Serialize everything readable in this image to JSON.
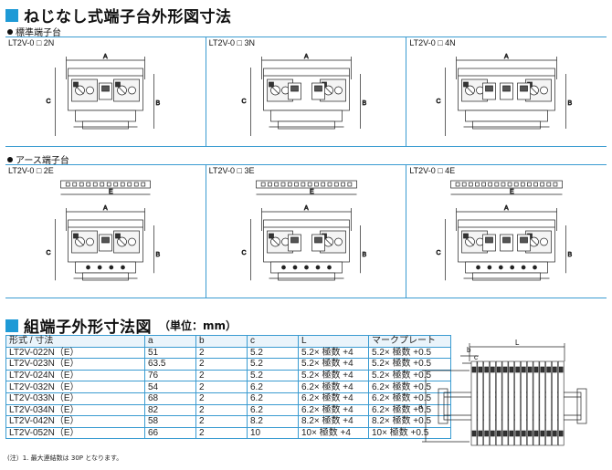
{
  "title1": "ねじなし式端子台外形図寸法",
  "sub1": "標準端子台",
  "sub2": "アース端子台",
  "title2": "組端子外形寸法図",
  "title2_unit": "（単位：mm）",
  "panels_std": [
    "LT2V-0 □ 2N",
    "LT2V-0 □ 3N",
    "LT2V-0 □ 4N"
  ],
  "panels_earth": [
    "LT2V-0 □ 2E",
    "LT2V-0 □ 3E",
    "LT2V-0 □ 4E"
  ],
  "dim_labels": {
    "a": "A",
    "b": "B",
    "c": "C",
    "e": "E"
  },
  "table": {
    "headers": [
      "形式 / 寸法",
      "a",
      "b",
      "c",
      "L",
      "マークプレート"
    ],
    "rows": [
      [
        "LT2V-022N（E）",
        "51",
        "2",
        "5.2",
        "5.2× 極数 +4",
        "5.2× 極数 +0.5"
      ],
      [
        "LT2V-023N（E）",
        "63.5",
        "2",
        "5.2",
        "5.2× 極数 +4",
        "5.2× 極数 +0.5"
      ],
      [
        "LT2V-024N（E）",
        "76",
        "2",
        "5.2",
        "5.2× 極数 +4",
        "5.2× 極数 +0.5"
      ],
      [
        "LT2V-032N（E）",
        "54",
        "2",
        "6.2",
        "6.2× 極数 +4",
        "6.2× 極数 +0.5"
      ],
      [
        "LT2V-033N（E）",
        "68",
        "2",
        "6.2",
        "6.2× 極数 +4",
        "6.2× 極数 +0.5"
      ],
      [
        "LT2V-034N（E）",
        "82",
        "2",
        "6.2",
        "6.2× 極数 +4",
        "6.2× 極数 +0.5"
      ],
      [
        "LT2V-042N（E）",
        "58",
        "2",
        "8.2",
        "8.2× 極数 +4",
        "8.2× 極数 +0.5"
      ],
      [
        "LT2V-052N（E）",
        "66",
        "2",
        "10",
        "10× 極数 +4",
        "10× 極数 +0.5"
      ]
    ]
  },
  "drawing_labels": {
    "b": "b",
    "c": "c",
    "L": "L",
    "a": "a"
  },
  "note": "(注）1. 最大連結数は 30P となります。",
  "colors": {
    "accent": "#1e9ad6",
    "border": "#3a9bd1"
  }
}
